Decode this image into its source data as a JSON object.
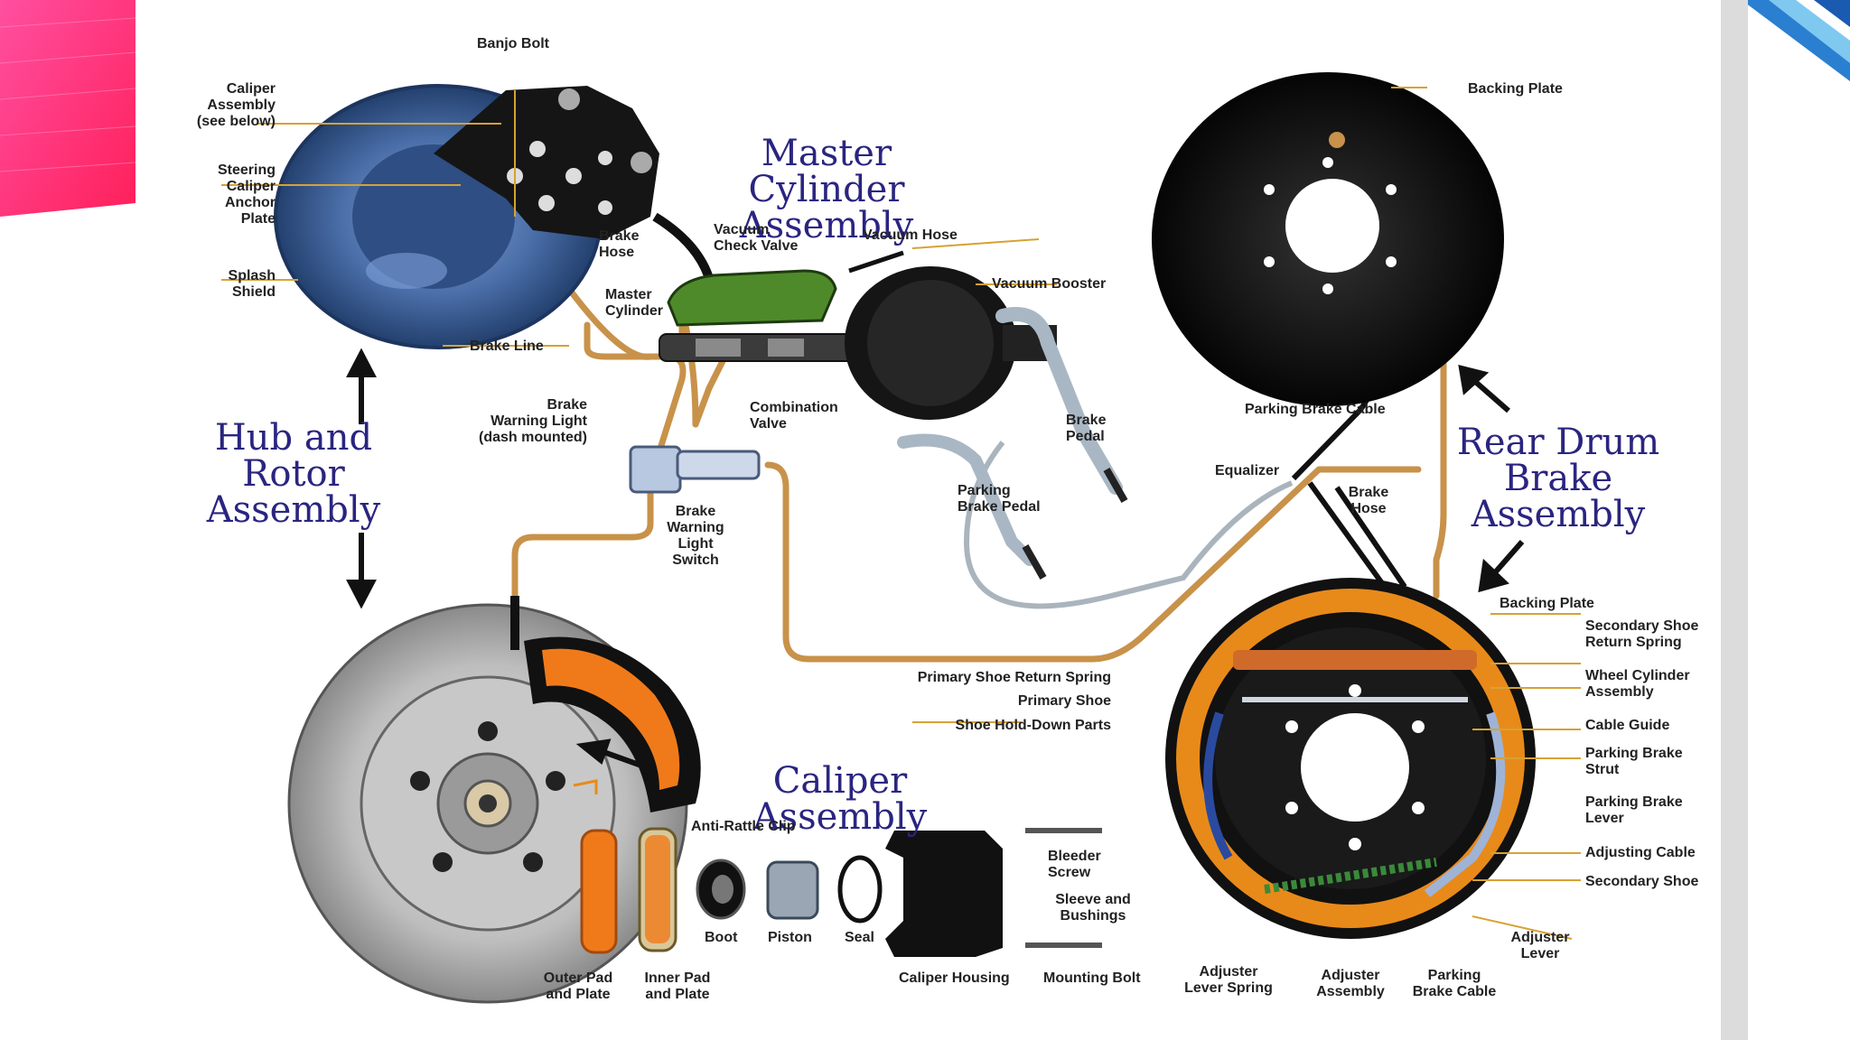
{
  "titles": {
    "master_cylinder": "Master Cylinder\nAssembly",
    "hub_rotor": "Hub and\nRotor\nAssembly",
    "rear_drum": "Rear Drum\nBrake\nAssembly",
    "caliper": "Caliper Assembly"
  },
  "labels": {
    "banjo_bolt": "Banjo Bolt",
    "caliper_assembly": "Caliper\nAssembly\n(see below)",
    "steering_caliper_anchor_plate": "Steering\nCaliper\nAnchor\nPlate",
    "splash_shield": "Splash\nShield",
    "brake_hose_front": "Brake\nHose",
    "brake_line": "Brake Line",
    "vacuum_check_valve": "Vacuum\nCheck Valve",
    "vacuum_hose": "Vacuum Hose",
    "master_cylinder": "Master\nCylinder",
    "vacuum_booster": "Vacuum Booster",
    "brake_warning_light": "Brake\nWarning Light\n(dash mounted)",
    "combination_valve": "Combination\nValve",
    "brake_warning_light_switch": "Brake\nWarning\nLight\nSwitch",
    "brake_pedal": "Brake\nPedal",
    "parking_brake_pedal": "Parking\nBrake Pedal",
    "backing_plate_top": "Backing Plate",
    "parking_brake_cable_top": "Parking Brake Cable",
    "equalizer": "Equalizer",
    "brake_hose_rear": "Brake\nHose",
    "backing_plate_bottom": "Backing Plate",
    "secondary_shoe_return_spring": "Secondary Shoe\nReturn Spring",
    "wheel_cylinder_assembly": "Wheel Cylinder\nAssembly",
    "cable_guide": "Cable Guide",
    "parking_brake_strut": "Parking Brake\nStrut",
    "parking_brake_lever": "Parking Brake\nLever",
    "adjusting_cable": "Adjusting Cable",
    "secondary_shoe": "Secondary Shoe",
    "adjuster_lever": "Adjuster\nLever",
    "primary_shoe_return_spring": "Primary Shoe Return Spring",
    "primary_shoe": "Primary Shoe",
    "shoe_hold_down_parts": "Shoe Hold-Down Parts",
    "anti_rattle_clip": "Anti-Rattle Clip",
    "bleeder_screw": "Bleeder\nScrew",
    "sleeve_and_bushings": "Sleeve and\nBushings",
    "boot": "Boot",
    "piston": "Piston",
    "seal": "Seal",
    "outer_pad_and_plate": "Outer Pad\nand Plate",
    "inner_pad_and_plate": "Inner Pad\nand Plate",
    "caliper_housing": "Caliper Housing",
    "mounting_bolt": "Mounting Bolt",
    "adjuster_lever_spring": "Adjuster\nLever Spring",
    "adjuster_assembly": "Adjuster\nAssembly",
    "parking_brake_cable_bottom": "Parking\nBrake Cable"
  },
  "colors": {
    "title_text": "#2a2580",
    "brake_line": "#c8924a",
    "rotor_shield": "#3d5f9a",
    "drum_plate": "#111111",
    "brake_shoe": "#e88a1a",
    "caliper_orange": "#f07a1a",
    "master_cylinder_green": "#4e8a2a",
    "deco_pink": "#ff2a7a",
    "deco_blue": "#1a8ad8"
  }
}
